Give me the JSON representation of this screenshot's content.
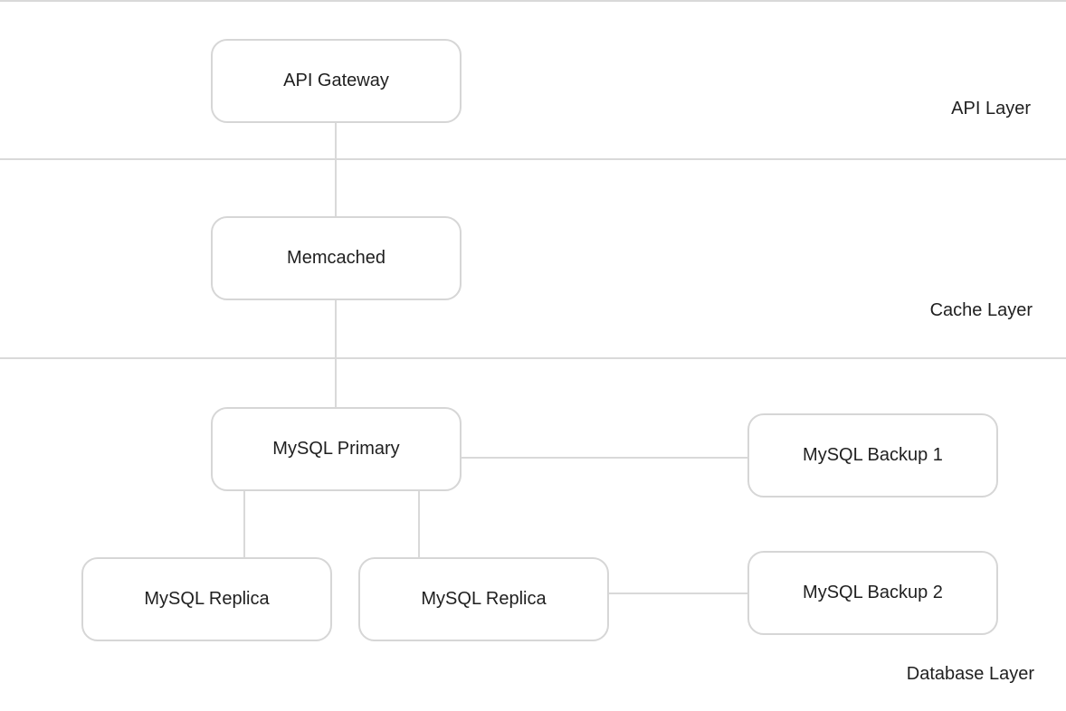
{
  "layers": {
    "api": "API Layer",
    "cache": "Cache Layer",
    "database": "Database Layer"
  },
  "nodes": {
    "api_gateway": "API Gateway",
    "memcached": "Memcached",
    "mysql_primary": "MySQL Primary",
    "mysql_replica_1": "MySQL Replica",
    "mysql_replica_2": "MySQL Replica",
    "mysql_backup_1": "MySQL Backup 1",
    "mysql_backup_2": "MySQL Backup 2"
  },
  "colors": {
    "line": "#d9d9d9",
    "node_border": "#d6d6d6",
    "text": "#1f1f1f"
  }
}
